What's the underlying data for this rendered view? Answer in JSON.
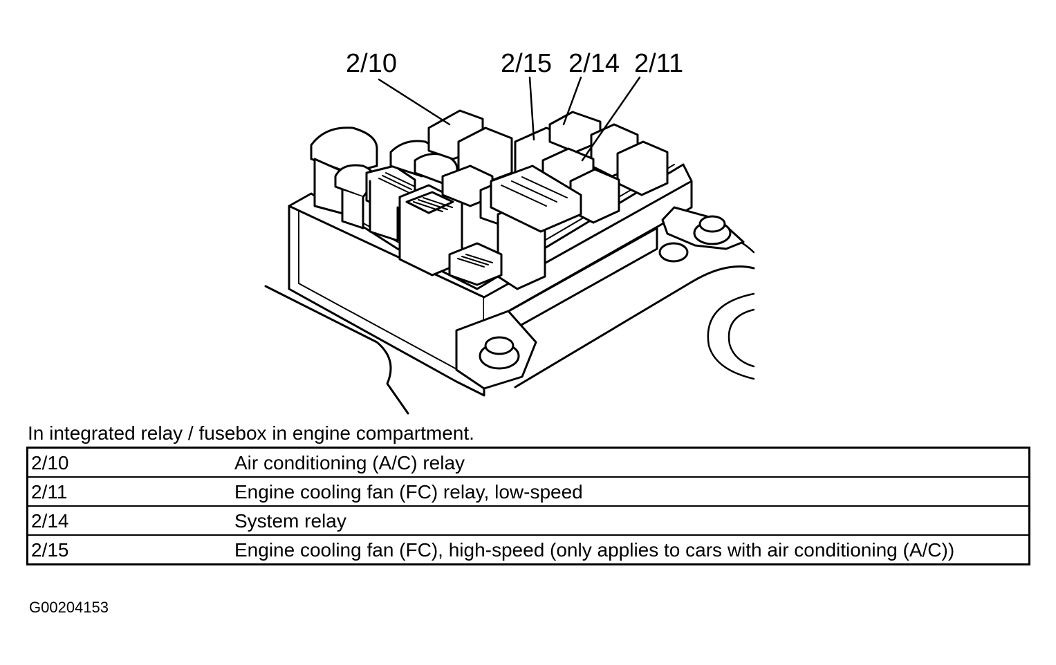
{
  "callouts": [
    "2/10",
    "2/15",
    "2/14",
    "2/11"
  ],
  "caption": "In integrated relay / fusebox in engine compartment.",
  "legend": [
    {
      "code": "2/10",
      "description": "Air conditioning (A/C) relay"
    },
    {
      "code": "2/11",
      "description": "Engine cooling fan (FC) relay, low-speed"
    },
    {
      "code": "2/14",
      "description": "System relay"
    },
    {
      "code": "2/15",
      "description": "Engine cooling fan (FC), high-speed (only applies to cars with air conditioning (A/C))"
    }
  ],
  "figure_id": "G00204153"
}
